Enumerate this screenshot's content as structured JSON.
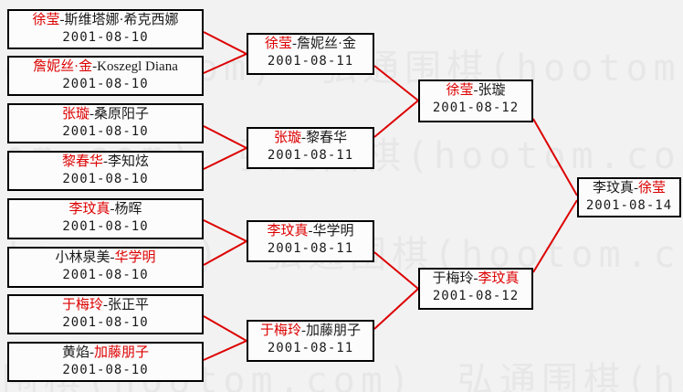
{
  "diagram": {
    "type": "tournament-bracket",
    "description": "Go tournament knockout bracket, winners shown in red",
    "rounds": [
      "round-1",
      "round-2",
      "semifinal",
      "final"
    ]
  },
  "watermark": {
    "text": "弘通围棋(hootom.com)",
    "color": "#e7e7e7"
  },
  "colors": {
    "winner_red": "#dd0000",
    "line_red": "#dd0000",
    "box_border": "#000000",
    "box_bg": "#fcfcfc",
    "page_bg": "#f2f2f2"
  },
  "matches": {
    "r1m1": {
      "pre": "",
      "red": "徐莹",
      "post": "-斯维塔娜·希克西娜",
      "date": "2001-08-10"
    },
    "r1m2": {
      "pre": "",
      "red": "詹妮丝·金",
      "post": "-Koszegl Diana",
      "date": "2001-08-10"
    },
    "r1m3": {
      "pre": "",
      "red": "张璇",
      "post": "-桑原阳子",
      "date": "2001-08-10"
    },
    "r1m4": {
      "pre": "",
      "red": "黎春华",
      "post": "-李知炫",
      "date": "2001-08-10"
    },
    "r1m5": {
      "pre": "",
      "red": "李玟真",
      "post": "-杨晖",
      "date": "2001-08-10"
    },
    "r1m6": {
      "pre": "小林泉美-",
      "red": "华学明",
      "post": "",
      "date": "2001-08-10"
    },
    "r1m7": {
      "pre": "",
      "red": "于梅玲",
      "post": "-张正平",
      "date": "2001-08-10"
    },
    "r1m8": {
      "pre": "黄焰-",
      "red": "加藤朋子",
      "post": "",
      "date": "2001-08-10"
    },
    "r2m1": {
      "pre": "",
      "red": "徐莹",
      "post": "-詹妮丝·金",
      "date": "2001-08-11"
    },
    "r2m2": {
      "pre": "",
      "red": "张璇",
      "post": "-黎春华",
      "date": "2001-08-11"
    },
    "r2m3": {
      "pre": "",
      "red": "李玟真",
      "post": "-华学明",
      "date": "2001-08-11"
    },
    "r2m4": {
      "pre": "",
      "red": "于梅玲",
      "post": "-加藤朋子",
      "date": "2001-08-11"
    },
    "sf1": {
      "pre": "",
      "red": "徐莹",
      "post": "-张璇",
      "date": "2001-08-12"
    },
    "sf2": {
      "pre": "于梅玲-",
      "red": "李玟真",
      "post": "",
      "date": "2001-08-12"
    },
    "f1": {
      "pre": "李玟真-",
      "red": "徐莹",
      "post": "",
      "date": "2001-08-14"
    }
  }
}
